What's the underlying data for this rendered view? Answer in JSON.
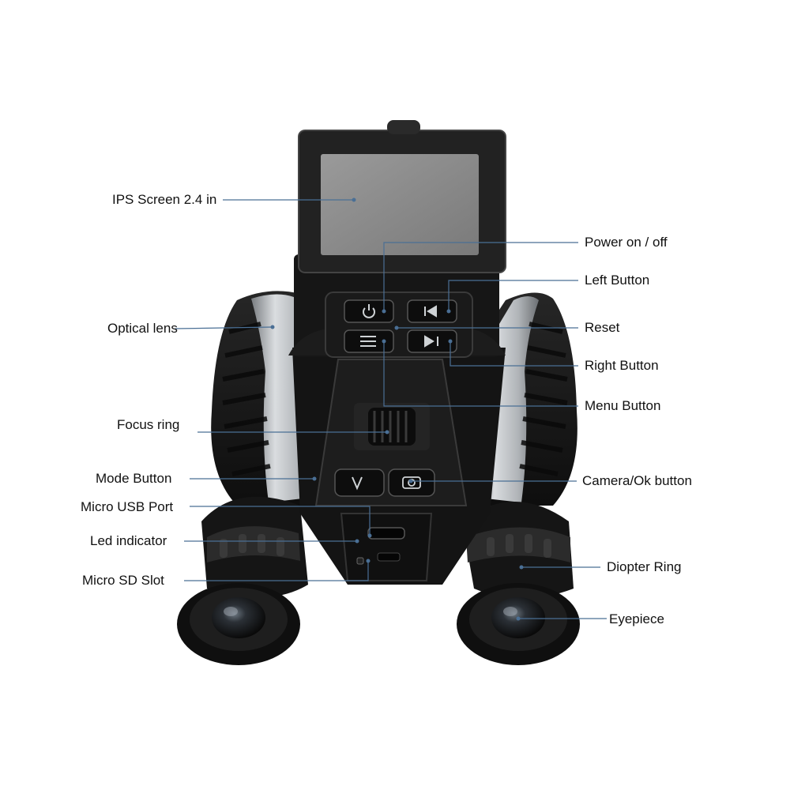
{
  "colors": {
    "body": "#1a1a1a",
    "body_dark": "#0c0c0c",
    "silver": "#b8bcc0",
    "screen": "#8c8c8c",
    "leader": "#4a6f95",
    "background": "#ffffff"
  },
  "labels": {
    "ips_screen": "IPS Screen 2.4 in",
    "optical_lens": "Optical lens",
    "focus_ring": "Focus ring",
    "mode_button": "Mode Button",
    "micro_usb_port": "Micro USB Port",
    "led_indicator": "Led indicator",
    "micro_sd_slot": "Micro SD Slot",
    "power": "Power on / off",
    "left_button": "Left Button",
    "reset": "Reset",
    "right_button": "Right Button",
    "menu_button": "Menu Button",
    "camera_ok_button": "Camera/Ok button",
    "diopter_ring": "Diopter Ring",
    "eyepiece": "Eyepiece"
  },
  "button_icons": {
    "power": "power-icon",
    "left": "previous-icon",
    "menu": "menu-icon",
    "right": "play-next-icon",
    "mode": "mode-icon",
    "camera": "camera-icon"
  }
}
